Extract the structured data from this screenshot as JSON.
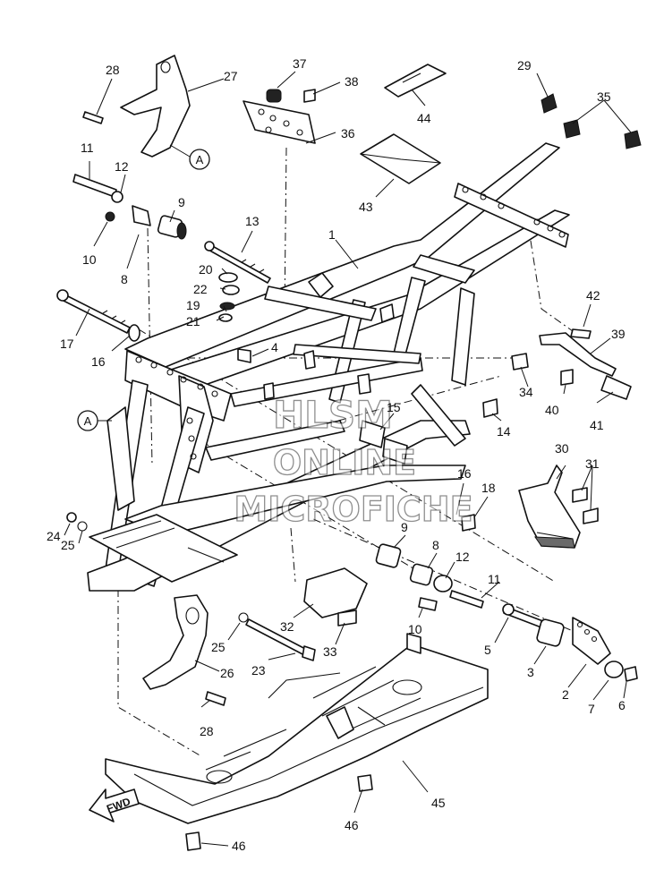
{
  "parts": [
    {
      "id": "p1",
      "label": "1"
    },
    {
      "id": "p2",
      "label": "2"
    },
    {
      "id": "p3",
      "label": "3"
    },
    {
      "id": "p4",
      "label": "4"
    },
    {
      "id": "p5",
      "label": "5"
    },
    {
      "id": "p6",
      "label": "6"
    },
    {
      "id": "p7",
      "label": "7"
    },
    {
      "id": "p8a",
      "label": "8"
    },
    {
      "id": "p8b",
      "label": "8"
    },
    {
      "id": "p9a",
      "label": "9"
    },
    {
      "id": "p9b",
      "label": "9"
    },
    {
      "id": "p10a",
      "label": "10"
    },
    {
      "id": "p10b",
      "label": "10"
    },
    {
      "id": "p11a",
      "label": "11"
    },
    {
      "id": "p11b",
      "label": "11"
    },
    {
      "id": "p12a",
      "label": "12"
    },
    {
      "id": "p12b",
      "label": "12"
    },
    {
      "id": "p13",
      "label": "13"
    },
    {
      "id": "p14",
      "label": "14"
    },
    {
      "id": "p15",
      "label": "15"
    },
    {
      "id": "p16a",
      "label": "16"
    },
    {
      "id": "p16b",
      "label": "16"
    },
    {
      "id": "p17",
      "label": "17"
    },
    {
      "id": "p18",
      "label": "18"
    },
    {
      "id": "p19",
      "label": "19"
    },
    {
      "id": "p20",
      "label": "20"
    },
    {
      "id": "p21",
      "label": "21"
    },
    {
      "id": "p22",
      "label": "22"
    },
    {
      "id": "p23",
      "label": "23"
    },
    {
      "id": "p24",
      "label": "24"
    },
    {
      "id": "p25a",
      "label": "25"
    },
    {
      "id": "p25b",
      "label": "25"
    },
    {
      "id": "p26",
      "label": "26"
    },
    {
      "id": "p27",
      "label": "27"
    },
    {
      "id": "p28a",
      "label": "28"
    },
    {
      "id": "p28b",
      "label": "28"
    },
    {
      "id": "p29",
      "label": "29"
    },
    {
      "id": "p30",
      "label": "30"
    },
    {
      "id": "p31",
      "label": "31"
    },
    {
      "id": "p32",
      "label": "32"
    },
    {
      "id": "p33",
      "label": "33"
    },
    {
      "id": "p34",
      "label": "34"
    },
    {
      "id": "p35",
      "label": "35"
    },
    {
      "id": "p36",
      "label": "36"
    },
    {
      "id": "p37",
      "label": "37"
    },
    {
      "id": "p38",
      "label": "38"
    },
    {
      "id": "p39",
      "label": "39"
    },
    {
      "id": "p40",
      "label": "40"
    },
    {
      "id": "p41",
      "label": "41"
    },
    {
      "id": "p42",
      "label": "42"
    },
    {
      "id": "p43",
      "label": "43"
    },
    {
      "id": "p44",
      "label": "44"
    },
    {
      "id": "p45",
      "label": "45"
    },
    {
      "id": "p46a",
      "label": "46"
    },
    {
      "id": "p46b",
      "label": "46"
    }
  ],
  "reference_marks": {
    "top": "A",
    "left": "A"
  },
  "direction_arrow": "FWD",
  "watermark": {
    "line1": "HLSM",
    "line2": "ONLINE",
    "line3": "MICROFICHE"
  }
}
